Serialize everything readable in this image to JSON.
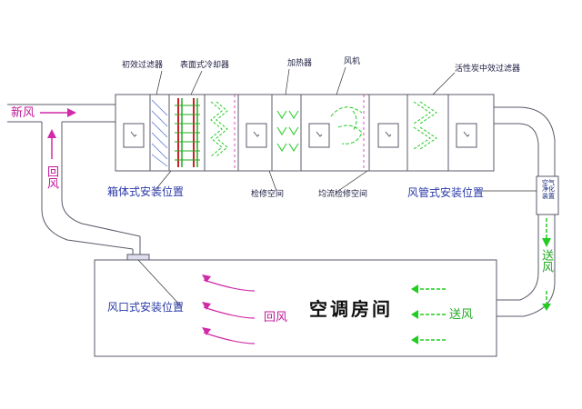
{
  "labels": {
    "primary_filter": "初效过滤器",
    "surface_cooler": "表面式冷却器",
    "humidifier": "加热器",
    "fan": "风机",
    "medium_filter": "活性炭中效过滤器",
    "box_install": "箱体式安装位置",
    "inspection_space": "检修空间",
    "even_flow_space": "均流检修空间",
    "duct_install": "风管式安装位置",
    "outlet_install": "风口式安装位置",
    "fresh_air": "新风",
    "return_air_vertical": "回风",
    "return_air_room": "回风",
    "supply_air_vertical": "送风",
    "supply_air_room": "送风",
    "purifier": "空气净化装置",
    "room": "空调房间"
  },
  "colors": {
    "line": "#5a5a6a",
    "magenta": "#d02aa8",
    "green": "#22cc22",
    "blue_text": "#2a3aa8",
    "hatch": "#4a6ad0"
  }
}
